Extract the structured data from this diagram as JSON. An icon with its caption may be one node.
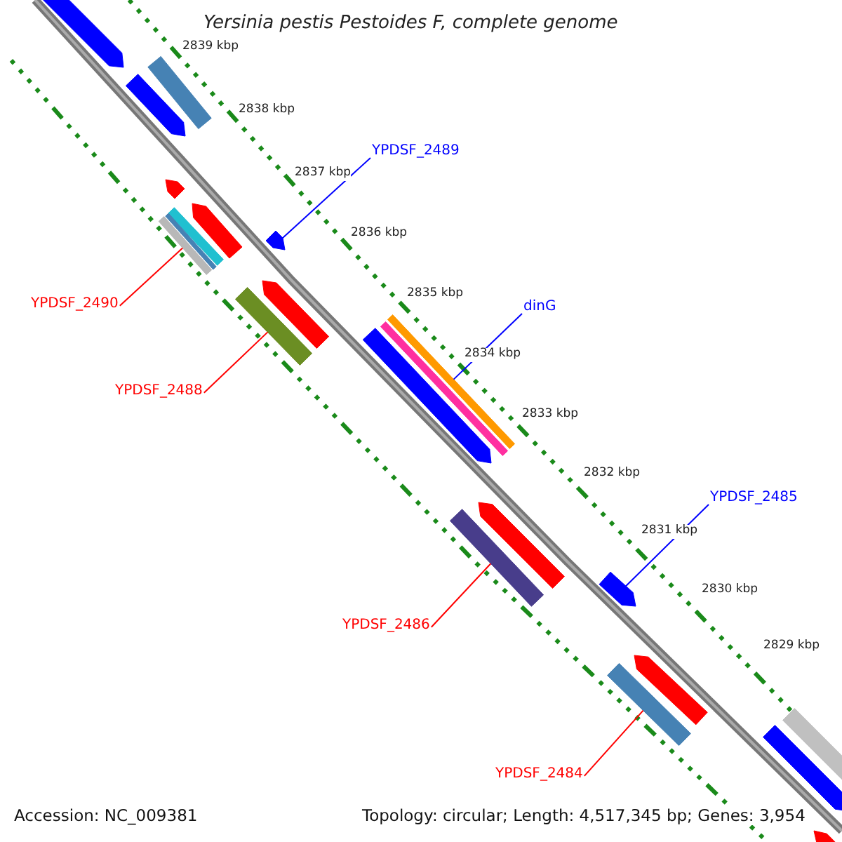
{
  "diagram": {
    "title": "Yersinia pestis Pestoides F, complete genome",
    "nodes": [
      {
        "text": [
          "YPDSF_2489"
        ]
      },
      {
        "text": [
          "YPDSF_2490"
        ]
      },
      {
        "text": [
          "dinG"
        ]
      },
      {
        "text": [
          "YPDSF_2488"
        ]
      },
      {
        "text": [
          "YPDSF_2485"
        ]
      },
      {
        "text": [
          "YPDSF_2486"
        ]
      },
      {
        "text": [
          "YPDSF_2484"
        ]
      },
      {
        "text": [],
        "shape": "bar"
      },
      {
        "text": [],
        "shape": "bar"
      },
      {
        "text": [],
        "shape": "bar"
      },
      {
        "text": [],
        "shape": "bar"
      },
      {
        "text": [],
        "shape": "bar"
      },
      {
        "text": [],
        "shape": "bar"
      },
      {
        "text": [],
        "shape": "bar"
      }
    ],
    "edges": [
      {
        "from": 0,
        "to": 7,
        "arrow": "none",
        "color": "#0000ff"
      },
      {
        "from": 1,
        "to": 8,
        "arrow": "none"
      },
      {
        "from": 2,
        "to": 9,
        "arrow": "none",
        "color": "#0000ff"
      },
      {
        "from": 3,
        "to": 10,
        "arrow": "none"
      },
      {
        "from": 4,
        "to": 11,
        "arrow": "none",
        "color": "#0000ff"
      },
      {
        "from": 5,
        "to": 12,
        "arrow": "none"
      },
      {
        "from": 6,
        "to": 13,
        "arrow": "none"
      }
    ],
    "labels": [
      "2839 kbp",
      "2838 kbp",
      "2837 kbp",
      "2836 kbp",
      "2835 kbp",
      "2834 kbp",
      "2833 kbp",
      "2832 kbp",
      "2831 kbp",
      "2830 kbp",
      "2829 kbp",
      "Accession: NC_009381",
      "Topology: circular; Length: 4,517,345 bp; Genes: 3,954"
    ]
  }
}
